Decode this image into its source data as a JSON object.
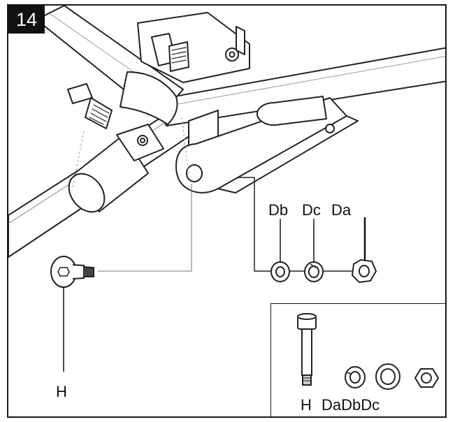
{
  "step": {
    "number": "14"
  },
  "callouts": {
    "washer_db": "Db",
    "washer_dc": "Dc",
    "nut_da": "Da",
    "bolt_h": "H"
  },
  "parts_inset": {
    "bolt_label": "H",
    "hardware_labels": "DaDbDc"
  }
}
